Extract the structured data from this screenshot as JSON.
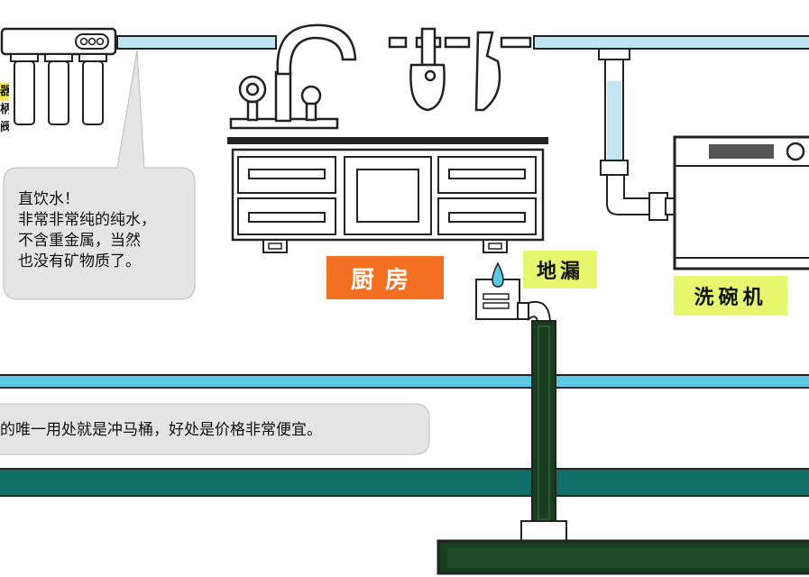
{
  "colors": {
    "water_pipe": "#bfe6f2",
    "main_pipe_light": "#5bc8e6",
    "drain_pipe": "#173f1f",
    "main_pipe_dark": "#0f6e68",
    "kitchen_label_bg": "#f36f21",
    "tag_bg": "#e6f76e",
    "bubble_bg": "#e5e5e5"
  },
  "filter_side_text": [
    "器",
    "柄",
    "阀"
  ],
  "speech_bubble": {
    "lines": [
      "直饮水！",
      "非常非常纯的纯水，",
      "不含重金属，当然",
      "也没有矿物质了。"
    ]
  },
  "bottom_note": "的唯一用处就是冲马桶，好处是价格非常便宜。",
  "labels": {
    "kitchen": "厨房",
    "floor_drain": "地漏",
    "dishwasher": "洗碗机"
  },
  "icons": [
    "water-filter-icon",
    "faucet-icon",
    "drinking-tap-icon",
    "knife-hook-icon",
    "water-drop-icon",
    "dishwasher-icon"
  ]
}
